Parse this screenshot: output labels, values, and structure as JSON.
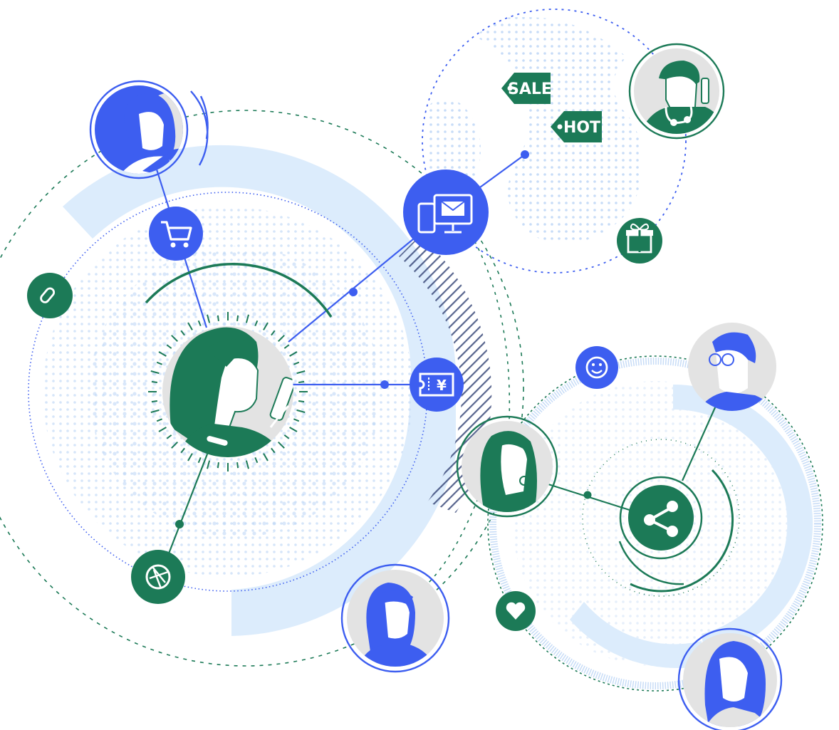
{
  "colors": {
    "blue": "#3d5ef0",
    "green": "#1c7a57",
    "light_blue": "#dcecfc",
    "dot_blue": "#b9d4f6",
    "grey": "#e3e3e3",
    "white": "#ffffff"
  },
  "tags": {
    "sale": "SALE",
    "hot": "HOT"
  },
  "coupon": {
    "currency_symbol": "¥"
  },
  "icons": [
    "shopping-cart-icon",
    "link-icon",
    "camera-aperture-icon",
    "devices-mail-icon",
    "coupon-icon",
    "gift-icon",
    "smiley-icon",
    "heart-icon",
    "share-icon"
  ],
  "avatars": [
    "avatar-woman-phone-center",
    "avatar-woman-curly-top-left",
    "avatar-man-stethoscope",
    "avatar-woman-earring",
    "avatar-man-glasses",
    "avatar-woman-bangs-bottom",
    "avatar-woman-curly-bottom-right"
  ]
}
